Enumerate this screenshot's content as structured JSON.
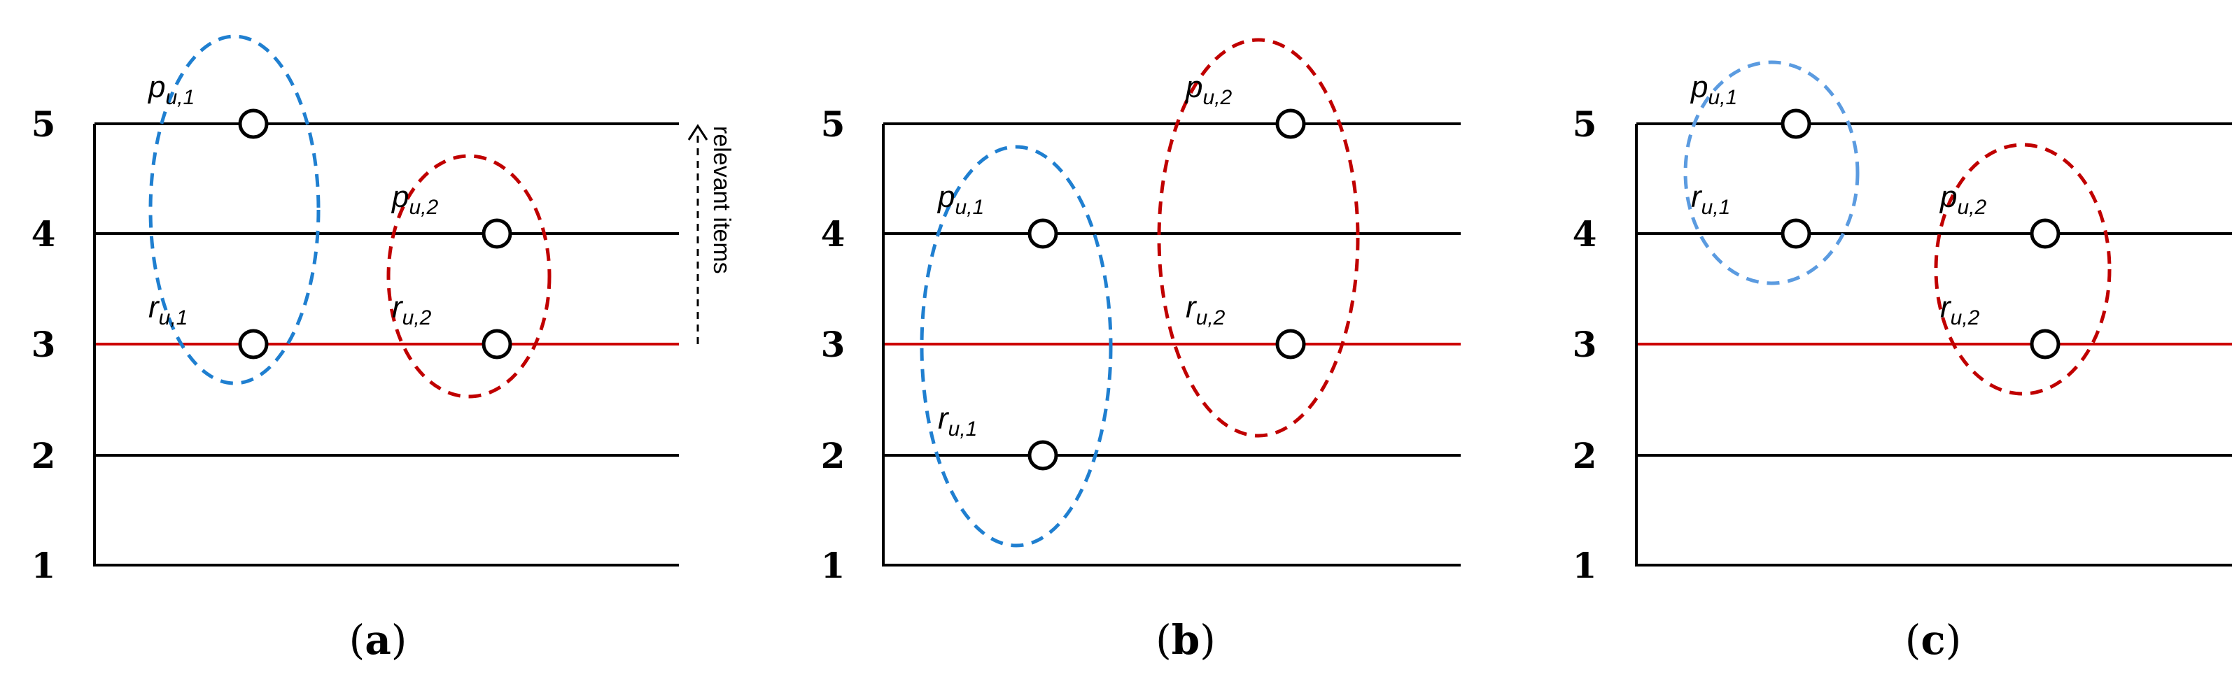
{
  "levels": [
    "1",
    "2",
    "3",
    "4",
    "5"
  ],
  "threshold_level": 3,
  "colors": {
    "axis": "#000000",
    "threshold": "#cc0000",
    "user1": "#1f7fd0",
    "user2": "#c00000",
    "user1_light": "#5b9be0"
  },
  "annotation": "relevant items",
  "labels": {
    "p": "p",
    "r": "r",
    "u1": "u,1",
    "u2": "u,2"
  },
  "panels": [
    {
      "id": "a",
      "caption_open": "(",
      "caption_letter": "a",
      "caption_close": ")",
      "points": [
        {
          "name": "p",
          "sub": "u,1",
          "level": 5,
          "user": 1
        },
        {
          "name": "r",
          "sub": "u,1",
          "level": 3,
          "user": 1
        },
        {
          "name": "p",
          "sub": "u,2",
          "level": 4,
          "user": 2
        },
        {
          "name": "r",
          "sub": "u,2",
          "level": 3,
          "user": 2
        }
      ]
    },
    {
      "id": "b",
      "caption_open": "(",
      "caption_letter": "b",
      "caption_close": ")",
      "points": [
        {
          "name": "p",
          "sub": "u,1",
          "level": 4,
          "user": 1
        },
        {
          "name": "r",
          "sub": "u,1",
          "level": 2,
          "user": 1
        },
        {
          "name": "p",
          "sub": "u,2",
          "level": 5,
          "user": 2
        },
        {
          "name": "r",
          "sub": "u,2",
          "level": 3,
          "user": 2
        }
      ]
    },
    {
      "id": "c",
      "caption_open": "(",
      "caption_letter": "c",
      "caption_close": ")",
      "points": [
        {
          "name": "p",
          "sub": "u,1",
          "level": 5,
          "user": 1
        },
        {
          "name": "r",
          "sub": "u,1",
          "level": 4,
          "user": 1
        },
        {
          "name": "p",
          "sub": "u,2",
          "level": 4,
          "user": 2
        },
        {
          "name": "r",
          "sub": "u,2",
          "level": 3,
          "user": 2
        }
      ]
    }
  ]
}
